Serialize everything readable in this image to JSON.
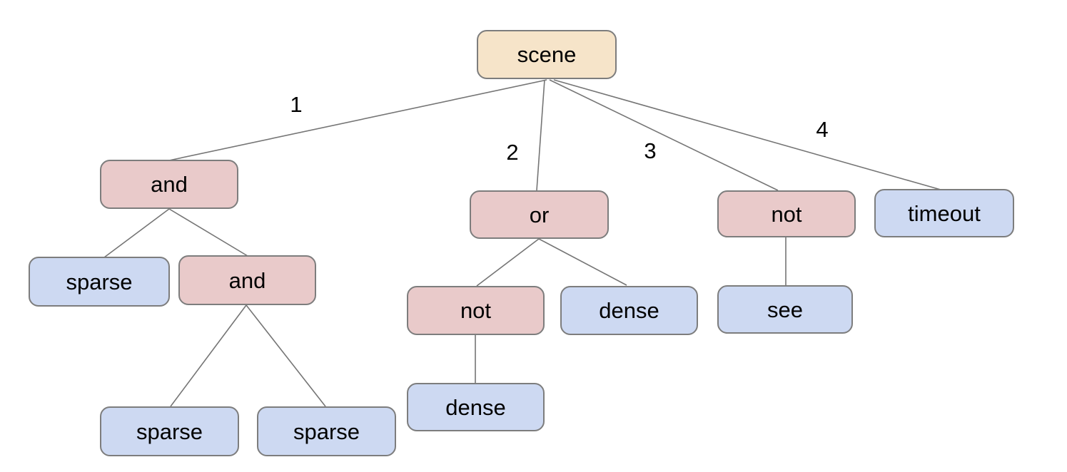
{
  "diagram": {
    "type": "tree",
    "nodes": {
      "scene": {
        "label": "scene",
        "color": "tan"
      },
      "and1": {
        "label": "and",
        "color": "pink"
      },
      "or1": {
        "label": "or",
        "color": "pink"
      },
      "not1": {
        "label": "not",
        "color": "pink"
      },
      "timeout1": {
        "label": "timeout",
        "color": "blue"
      },
      "sparse1": {
        "label": "sparse",
        "color": "blue"
      },
      "and2": {
        "label": "and",
        "color": "pink"
      },
      "sparse2": {
        "label": "sparse",
        "color": "blue"
      },
      "sparse3": {
        "label": "sparse",
        "color": "blue"
      },
      "not2": {
        "label": "not",
        "color": "pink"
      },
      "dense1": {
        "label": "dense",
        "color": "blue"
      },
      "dense2": {
        "label": "dense",
        "color": "blue"
      },
      "see1": {
        "label": "see",
        "color": "blue"
      }
    },
    "edge_labels": {
      "e1": "1",
      "e2": "2",
      "e3": "3",
      "e4": "4"
    },
    "tree": {
      "label": "scene",
      "children": [
        {
          "edge": "1",
          "label": "and",
          "children": [
            {
              "label": "sparse"
            },
            {
              "label": "and",
              "children": [
                {
                  "label": "sparse"
                },
                {
                  "label": "sparse"
                }
              ]
            }
          ]
        },
        {
          "edge": "2",
          "label": "or",
          "children": [
            {
              "label": "not",
              "children": [
                {
                  "label": "dense"
                }
              ]
            },
            {
              "label": "dense"
            }
          ]
        },
        {
          "edge": "3",
          "label": "not",
          "children": [
            {
              "label": "see"
            }
          ]
        },
        {
          "edge": "4",
          "label": "timeout"
        }
      ]
    },
    "palette": {
      "root_fill": "#f6e4c9",
      "operator_fill": "#e9caca",
      "leaf_fill": "#cdd9f2",
      "node_border": "#7d7d7d",
      "edge_line": "#757575",
      "text": "#000000",
      "background": "#ffffff"
    }
  }
}
